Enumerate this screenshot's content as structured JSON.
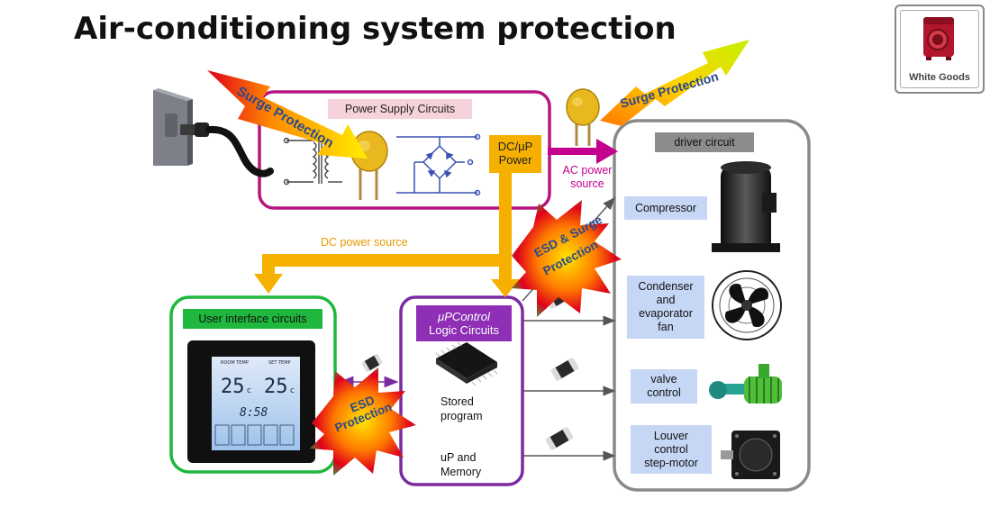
{
  "title": "Air-conditioning system protection",
  "logo": {
    "label": "White Goods",
    "icon": "washing-machine-icon"
  },
  "labels": {
    "power_supply": "Power Supply Circuits",
    "dc_up_power": [
      "DC/μP",
      "Power"
    ],
    "ac_power_source": [
      "AC power",
      "source"
    ],
    "dc_power_source": "DC power  source",
    "driver_circuit": "driver circuit",
    "user_interface": "User interface circuits",
    "up_control": [
      "μPControl",
      "Logic Circuits"
    ],
    "stored_program": [
      "Stored",
      "program"
    ],
    "up_memory": [
      "uP and",
      "Memory"
    ]
  },
  "components": {
    "compressor": [
      "Compressor"
    ],
    "fan": [
      "Condenser",
      "and",
      "evaporator",
      "fan"
    ],
    "valve": [
      "valve",
      "control"
    ],
    "louver": [
      "Louver",
      "control",
      "step-motor"
    ]
  },
  "protections": {
    "surge_left": "Surge Protection",
    "surge_right": "Surge Protection",
    "esd_surge": [
      "ESD & Surge",
      "Protection"
    ],
    "esd": [
      "ESD",
      "Protection"
    ]
  },
  "thermostat": {
    "room_label": "ROOM TEMP",
    "set_label": "SET TEMP",
    "room_temp": "25",
    "set_temp": "25",
    "unit": "c",
    "time": "8:58"
  },
  "colors": {
    "power_box": "#b4157f",
    "dc_line": "#f5b000",
    "ac_line": "#c4008f",
    "driver_box": "#8a8a8a",
    "ui_box": "#1fb73d",
    "up_box": "#7b2aa0",
    "component_label": "#c6d6f5"
  }
}
